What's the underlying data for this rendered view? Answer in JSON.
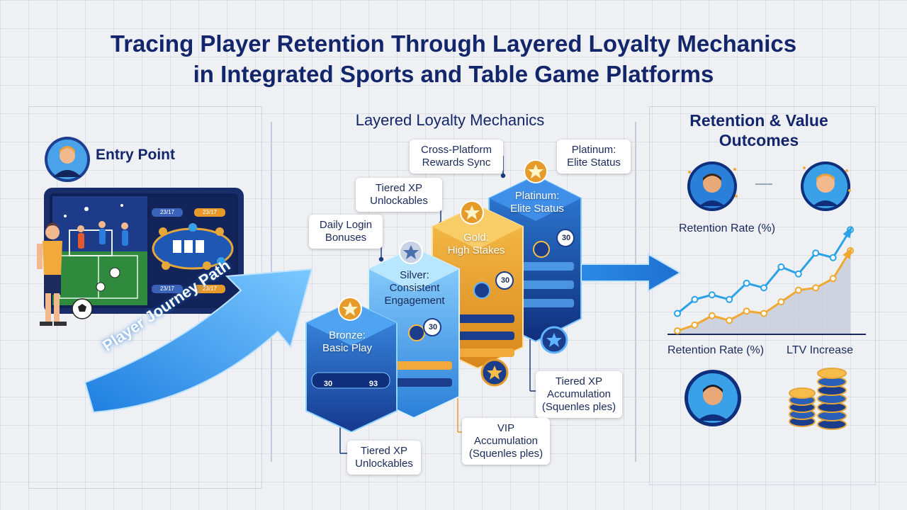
{
  "title": {
    "line1": "Tracing Player Retention Through Layered Loyalty Mechanics",
    "line2": "in Integrated Sports and Table Game Platforms"
  },
  "entry": {
    "label": "Entry Point",
    "screen_buttons": [
      "23/17",
      "23/17",
      "23/17",
      "23/17"
    ],
    "journey_label": "Player Journey Path"
  },
  "loyalty": {
    "title": "Layered Loyalty Mechanics",
    "tiers": [
      {
        "name": "Bronze:",
        "desc": "Basic Play",
        "badge_values": [
          "30",
          "93"
        ]
      },
      {
        "name": "Silver:",
        "desc": "Consistent Engagement",
        "badge_values": [
          "30"
        ]
      },
      {
        "name": "Gold:",
        "desc": "High Stakes",
        "badge_values": [
          "30"
        ]
      },
      {
        "name": "Platinum:",
        "desc": "Elite Status",
        "badge_values": [
          "30"
        ]
      }
    ],
    "callouts": {
      "daily_login": "Daily Login Bonuses",
      "tiered_xp_top": "Tiered XP Unlockables",
      "cross_platform": "Cross-Platform Rewards Sync",
      "platinum": "Platinum: Elite Status",
      "tiered_xp_accum": "Tiered XP Accumulation",
      "tiered_xp_accum_sub": "(Squenles ples)",
      "vip_accum": "VIP Accumulation",
      "vip_accum_sub": "(Squenles ples)",
      "tiered_xp_bottom": "Tiered XP Unlockables"
    }
  },
  "outcomes": {
    "title": "Retention & Value Outcomes",
    "chart_label": "Retention Rate (%)",
    "legend_left": "Retention Rate (%)",
    "legend_right": "LTV Increase",
    "colors": {
      "retention": "#2aa3e6",
      "ltv": "#f0a830"
    }
  },
  "chart_data": {
    "type": "line",
    "title": "Retention Rate (%)",
    "x": [
      1,
      2,
      3,
      4,
      5,
      6,
      7,
      8,
      9,
      10,
      11
    ],
    "series": [
      {
        "name": "Retention Rate (%)",
        "values": [
          18,
          30,
          34,
          30,
          44,
          40,
          58,
          52,
          70,
          66,
          90
        ]
      },
      {
        "name": "LTV Increase",
        "values": [
          3,
          8,
          16,
          12,
          20,
          18,
          28,
          38,
          40,
          48,
          72
        ]
      }
    ],
    "ylim": [
      0,
      100
    ],
    "grid": false,
    "legend": "bottom"
  }
}
